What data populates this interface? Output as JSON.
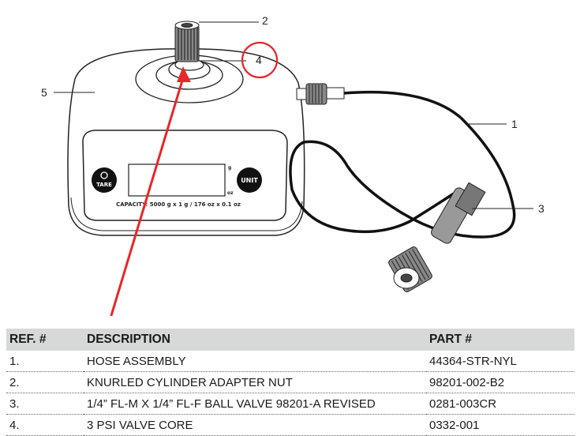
{
  "scale": {
    "capacity_text": "CAPACITY: 5000 g x 1 g / 176 oz x 0.1 oz",
    "tare_label": "TARE",
    "unit_label": "UNIT",
    "unit_g": "g",
    "unit_oz": "oz"
  },
  "callouts": [
    "1",
    "2",
    "3",
    "4",
    "5"
  ],
  "table": {
    "headers": [
      "REF. #",
      "DESCRIPTION",
      "PART #"
    ],
    "rows": [
      {
        "ref": "1.",
        "desc": "HOSE ASSEMBLY",
        "part": "44364-STR-NYL"
      },
      {
        "ref": "2.",
        "desc": "KNURLED CYLINDER ADAPTER NUT",
        "part": "98201-002-B2"
      },
      {
        "ref": "3.",
        "desc": "1/4” FL-M X 1/4” FL-F BALL VALVE 98201-A REVISED",
        "part": "0281-003CR"
      },
      {
        "ref": "4.",
        "desc": "3 PSI VALVE CORE",
        "part": "0332-001"
      }
    ]
  },
  "colors": {
    "highlight": "#e8262b",
    "header_bg": "#d7d8d8"
  }
}
